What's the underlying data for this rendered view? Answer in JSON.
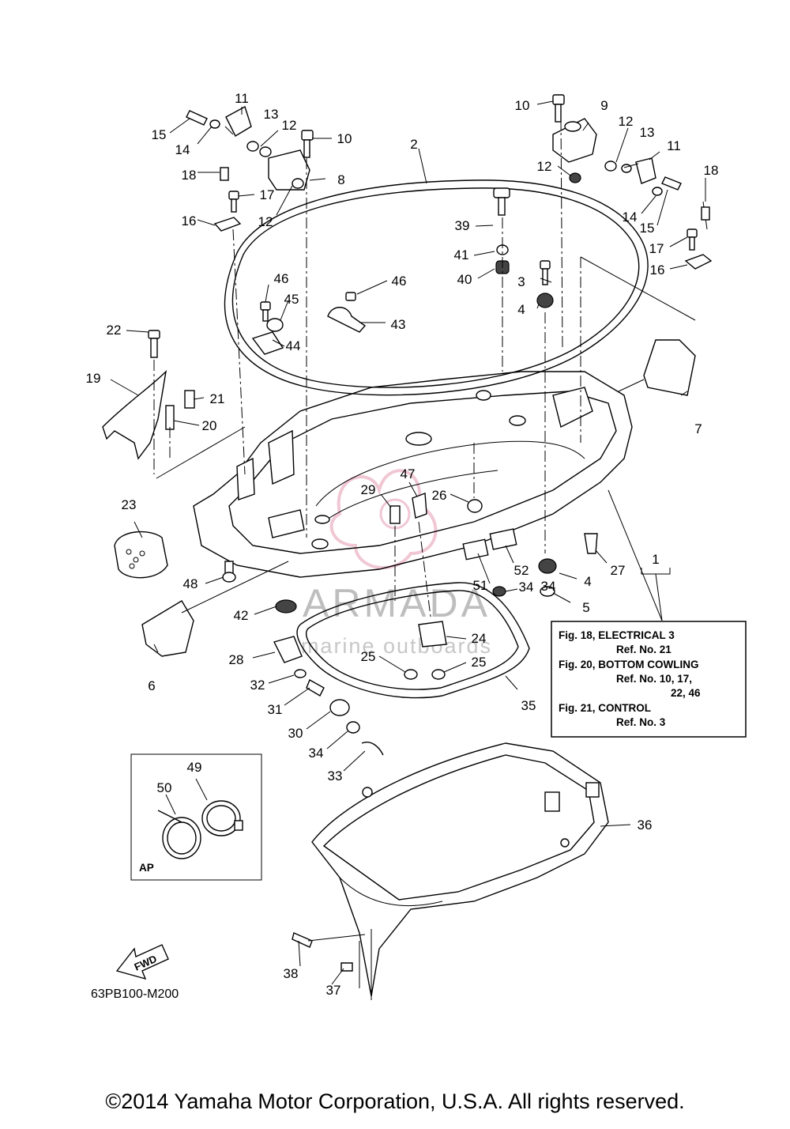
{
  "diagram_code": "63PB100-M200",
  "fwd_label": "FWD",
  "watermark": {
    "title": "ARMADA",
    "subtitle": "marine outboards"
  },
  "inset": {
    "label": "AP",
    "parts": [
      "49",
      "50"
    ]
  },
  "reference_box": {
    "bracket_label": "1",
    "lines": [
      "Fig. 18, ELECTRICAL 3",
      "Ref. No. 21",
      "Fig. 20, BOTTOM COWLING",
      "Ref. No. 10, 17,",
      "22, 46",
      "Fig. 21, CONTROL",
      "Ref. No. 3"
    ]
  },
  "callouts": [
    "2",
    "3",
    "4",
    "4",
    "5",
    "6",
    "7",
    "8",
    "9",
    "10",
    "10",
    "11",
    "11",
    "12",
    "12",
    "12",
    "12",
    "13",
    "13",
    "14",
    "14",
    "15",
    "15",
    "16",
    "16",
    "17",
    "17",
    "18",
    "18",
    "19",
    "20",
    "21",
    "22",
    "23",
    "24",
    "25",
    "25",
    "26",
    "27",
    "28",
    "29",
    "30",
    "31",
    "32",
    "33",
    "34",
    "34",
    "34",
    "35",
    "36",
    "37",
    "38",
    "39",
    "40",
    "41",
    "42",
    "43",
    "44",
    "45",
    "46",
    "46",
    "47",
    "48",
    "51",
    "52"
  ],
  "copyright": "©2014 Yamaha Motor Corporation, U.S.A. All rights reserved."
}
